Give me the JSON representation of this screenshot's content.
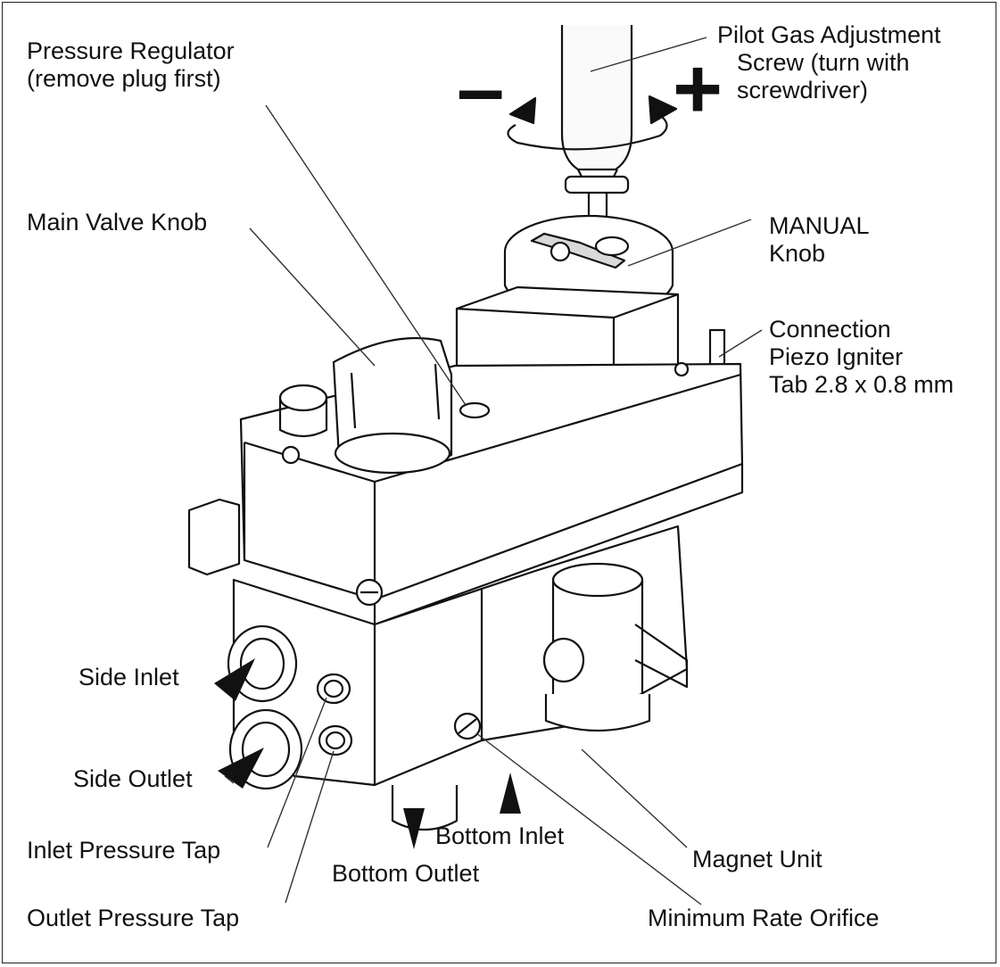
{
  "labels": {
    "pressure_regulator": [
      "Pressure Regulator",
      "(remove plug first)"
    ],
    "pilot_gas": [
      "Pilot Gas Adjustment",
      "Screw (turn with",
      "screwdriver)"
    ],
    "main_valve_knob": [
      "Main Valve Knob"
    ],
    "manual_knob": [
      "MANUAL",
      "Knob"
    ],
    "connection": [
      "Connection",
      "Piezo Igniter",
      "Tab 2.8 x 0.8 mm"
    ],
    "side_inlet": [
      "Side Inlet"
    ],
    "side_outlet": [
      "Side Outlet"
    ],
    "bottom_inlet": [
      "Bottom Inlet"
    ],
    "bottom_outlet": [
      "Bottom Outlet"
    ],
    "inlet_pressure_tap": [
      "Inlet Pressure Tap"
    ],
    "outlet_pressure_tap": [
      "Outlet Pressure Tap"
    ],
    "magnet_unit": [
      "Magnet Unit"
    ],
    "minimum_rate_orifice": [
      "Minimum Rate Orifice"
    ]
  },
  "symbols": {
    "minus": "–",
    "plus": "+"
  },
  "colors": {
    "line": "#111111",
    "shade": "#d9d9d9",
    "light": "#efefef"
  }
}
